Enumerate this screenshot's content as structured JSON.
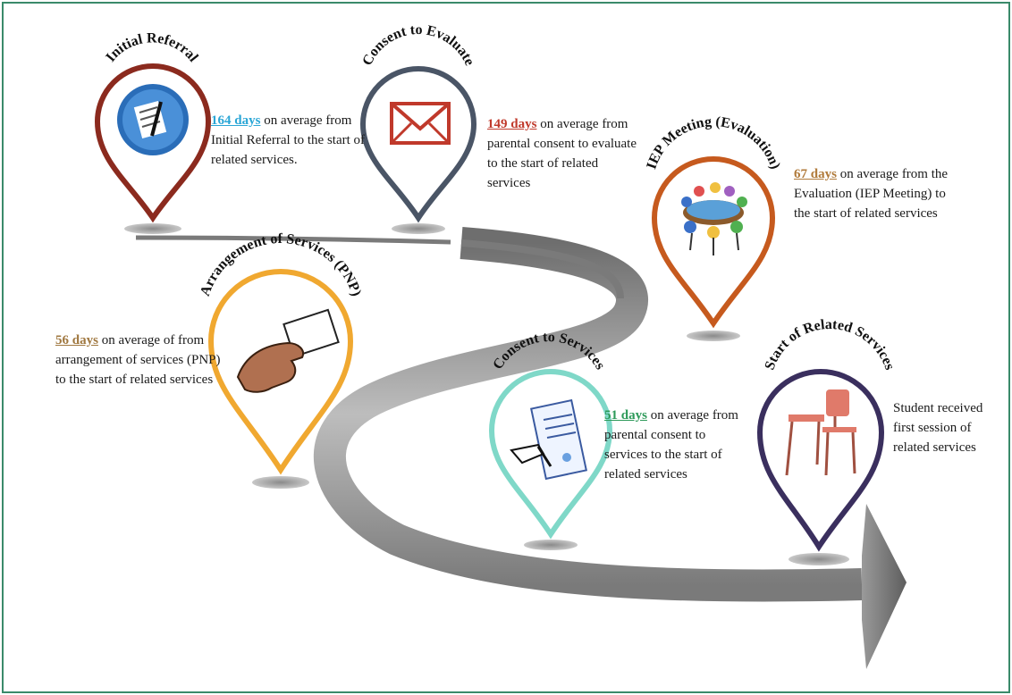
{
  "stages": [
    {
      "key": "initial-referral",
      "title": "Initial Referral",
      "color": "#8b2a1e",
      "days": "164 days",
      "days_color": "#2aa6d6",
      "text": " on average from Initial Referral to the start of related services.",
      "icon": "document-pen-icon"
    },
    {
      "key": "consent-to-evaluate",
      "title": "Consent to Evaluate",
      "color": "#4a5566",
      "days": "149 days",
      "days_color": "#c0392b",
      "text": " on average from parental consent to evaluate to the start of related services",
      "icon": "envelope-icon"
    },
    {
      "key": "iep-meeting",
      "title": "IEP Meeting (Evaluation)",
      "color": "#c65a1e",
      "days": "67 days",
      "days_color": "#b07a3a",
      "text": " on average from the Evaluation (IEP Meeting) to the start of related services",
      "icon": "meeting-table-icon"
    },
    {
      "key": "arrangement-of-services",
      "title": "Arrangement of Services (PNP)",
      "color": "#f0a830",
      "days": "56 days",
      "days_color": "#a07840",
      "text": " on average of from arrangement of services (PNP) to the start of related services",
      "icon": "hand-card-icon"
    },
    {
      "key": "consent-to-services",
      "title": "Consent to Services",
      "color": "#7fd8c8",
      "days": "51 days",
      "days_color": "#2e9a5a",
      "text": " on average from parental consent to services to the start of related services",
      "icon": "signing-document-icon"
    },
    {
      "key": "start-of-related-services",
      "title": "Start of Related Services",
      "color": "#3a2f5e",
      "days": "",
      "days_color": "#000000",
      "text": "Student received first session of related services",
      "icon": "school-desk-icon"
    }
  ],
  "colors": {
    "border": "#3a8a6a",
    "road": "#8a8a8a"
  }
}
